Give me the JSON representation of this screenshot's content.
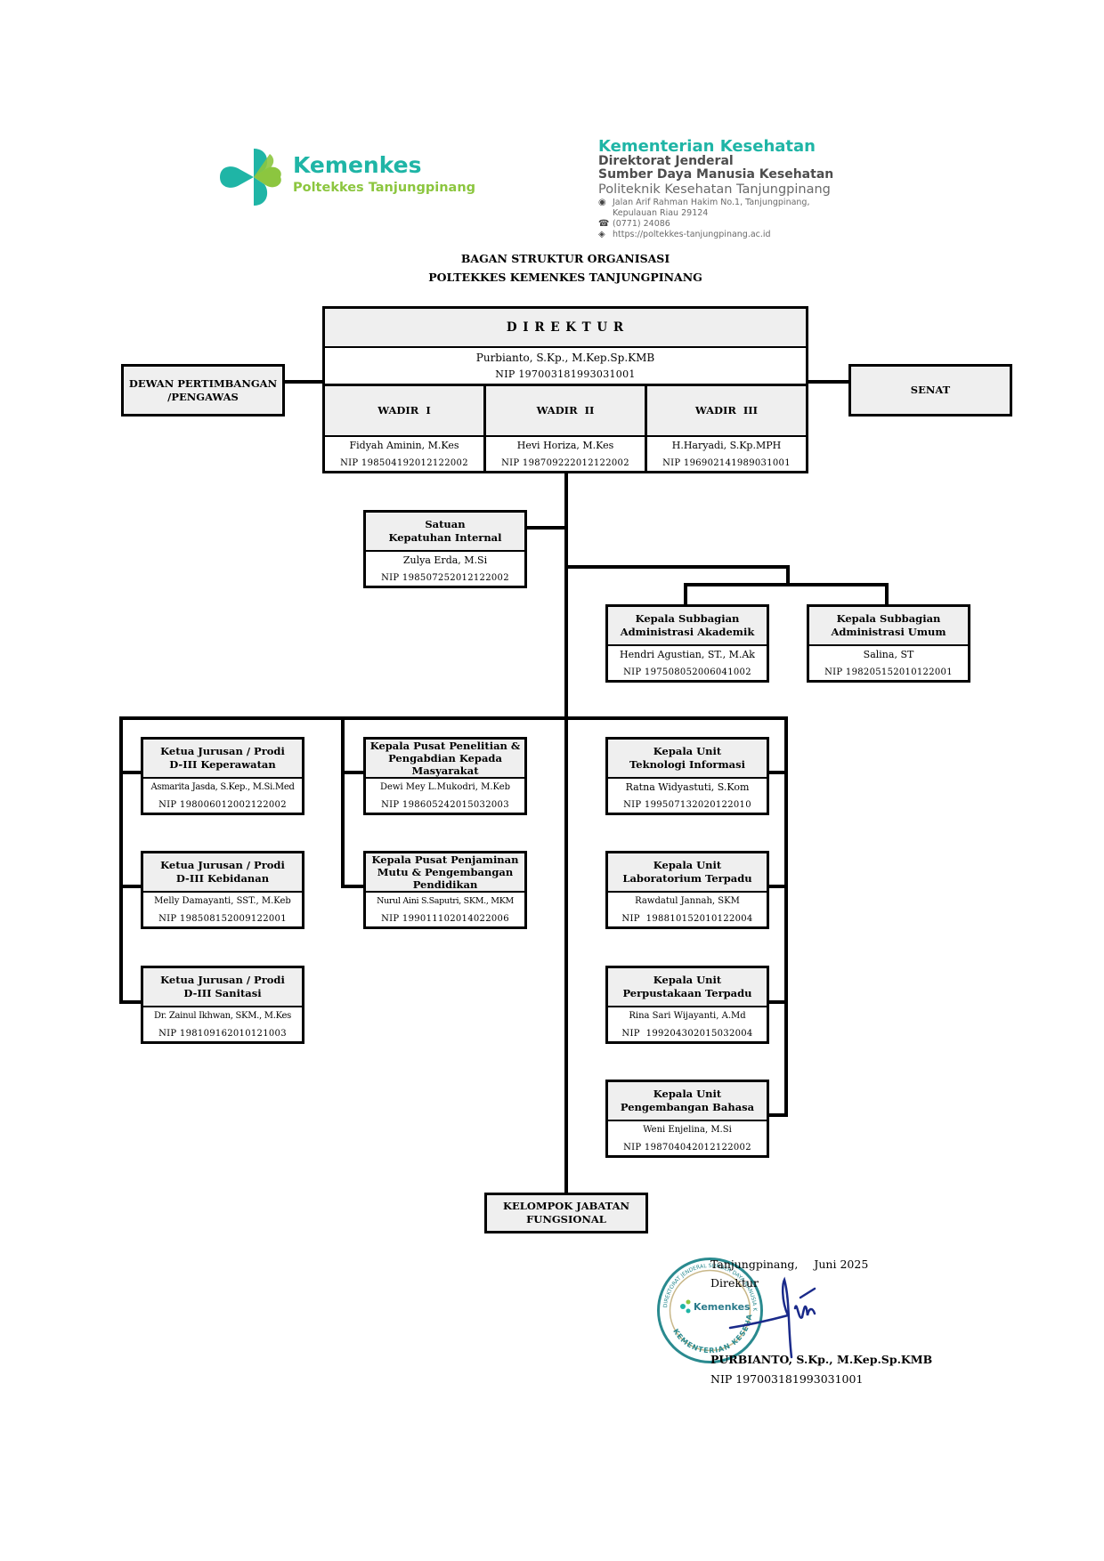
{
  "letterhead": {
    "left_logo": {
      "brand": "Kemenkes",
      "subtitle": "Poltekkes Tanjungpinang"
    },
    "right": {
      "ministry": "Kementerian Kesehatan",
      "directorate_line1": "Direktorat Jenderal",
      "directorate_line2": "Sumber Daya Manusia Kesehatan",
      "institution": "Politeknik Kesehatan Tanjungpinang",
      "address_line1": "Jalan Arif Rahman Hakim No.1, Tanjungpinang,",
      "address_line2": "Kepulauan Riau 29124",
      "phone": "(0771) 24086",
      "website": "https://poltekkes-tanjungpinang.ac.id"
    },
    "colors": {
      "teal": "#1fb5a6",
      "lime": "#8cc63f"
    }
  },
  "document": {
    "title_line1": "BAGAN STRUKTUR ORGANISASI",
    "title_line2": "POLTEKKES KEMENKES TANJUNGPINANG"
  },
  "direktur": {
    "title": "D I R E K T U R",
    "name": "Purbianto, S.Kp., M.Kep.Sp.KMB",
    "nip": "NIP 197003181993031001"
  },
  "side_units": {
    "dewan": [
      "DEWAN PERTIMBANGAN",
      "/PENGAWAS"
    ],
    "senat": "SENAT"
  },
  "wadir": [
    {
      "title": "WADIR  I",
      "name": "Fidyah Aminin, M.Kes",
      "nip": "NIP 198504192012122002"
    },
    {
      "title": "WADIR  II",
      "name": "Hevi Horiza, M.Kes",
      "nip": "NIP 198709222012122002"
    },
    {
      "title": "WADIR  III",
      "name": "H.Haryadi, S.Kp.MPH",
      "nip": "NIP 196902141989031001"
    }
  ],
  "spi": {
    "title": [
      "Satuan",
      "Kepatuhan Internal"
    ],
    "name": "Zulya Erda, M.Si",
    "nip": "NIP 198507252012122002"
  },
  "subbagian": [
    {
      "title": [
        "Kepala Subbagian",
        "Administrasi Akademik"
      ],
      "name": "Hendri Agustian, ST., M.Ak",
      "nip": "NIP 197508052006041002"
    },
    {
      "title": [
        "Kepala Subbagian",
        "Administrasi Umum"
      ],
      "name": "Salina, ST",
      "nip": "NIP 198205152010122001"
    }
  ],
  "jurusan": [
    {
      "title": [
        "Ketua Jurusan / Prodi",
        "D-III Keperawatan"
      ],
      "name": "Asmarita Jasda, S.Kep., M.Si.Med",
      "nip": "NIP 198006012002122002"
    },
    {
      "title": [
        "Ketua Jurusan / Prodi",
        "D-III Kebidanan"
      ],
      "name": "Melly Damayanti, SST., M.Keb",
      "nip": "NIP 198508152009122001"
    },
    {
      "title": [
        "Ketua Jurusan / Prodi",
        "D-III Sanitasi"
      ],
      "name": "Dr. Zainul Ikhwan, SKM., M.Kes",
      "nip": "NIP 198109162010121003"
    }
  ],
  "pusat": [
    {
      "title": [
        "Kepala Pusat Penelitian &",
        "Pengabdian Kepada",
        "Masyarakat"
      ],
      "name": "Dewi Mey L.Mukodri, M.Keb",
      "nip": "NIP 198605242015032003"
    },
    {
      "title": [
        "Kepala Pusat Penjaminan",
        "Mutu & Pengembangan",
        "Pendidikan"
      ],
      "name": "Nurul Aini S.Saputri, SKM., MKM",
      "nip": "NIP 199011102014022006"
    }
  ],
  "unit": [
    {
      "title": [
        "Kepala Unit",
        "Teknologi Informasi"
      ],
      "name": "Ratna Widyastuti, S.Kom",
      "nip": "NIP 199507132020122010"
    },
    {
      "title": [
        "Kepala Unit",
        "Laboratorium Terpadu"
      ],
      "name": "Rawdatul Jannah, SKM",
      "nip": "NIP  198810152010122004"
    },
    {
      "title": [
        "Kepala Unit",
        "Perpustakaan Terpadu"
      ],
      "name": "Rina Sari Wijayanti, A.Md",
      "nip": "NIP  199204302015032004"
    },
    {
      "title": [
        "Kepala Unit",
        "Pengembangan Bahasa"
      ],
      "name": "Weni Enjelina, M.Si",
      "nip": "NIP 198704042012122002"
    }
  ],
  "fungsional": [
    "KELOMPOK JABATAN",
    "FUNGSIONAL"
  ],
  "signature": {
    "place": "Tanjungpinang,",
    "date": "Juni 2025",
    "role": "Direktur",
    "name": "PURBIANTO, S.Kp., M.Kep.Sp.KMB",
    "nip": "NIP 197003181993031001",
    "stamp_text_top": "DIREKTORAT JENDERAL SUMBER DAYA MANUSIA KESEHATAN",
    "stamp_text_bottom": "KEMENTERIAN KESEHATAN",
    "stamp_logo": "Kemenkes"
  }
}
